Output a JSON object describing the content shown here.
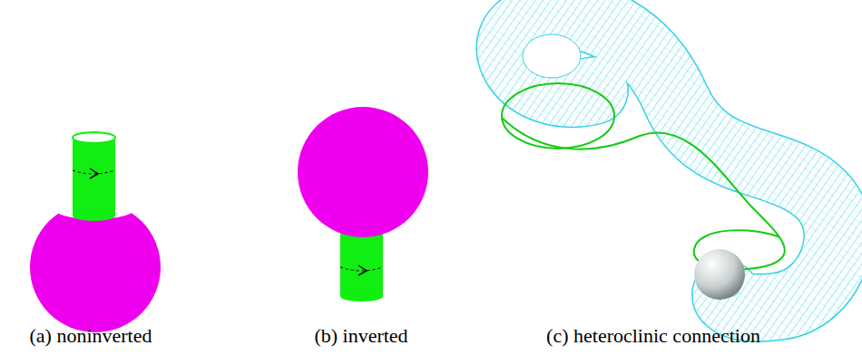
{
  "diagram": {
    "labels": [
      "(a) noninverted",
      "(b) inverted",
      "(c) heteroclinic connection"
    ]
  }
}
